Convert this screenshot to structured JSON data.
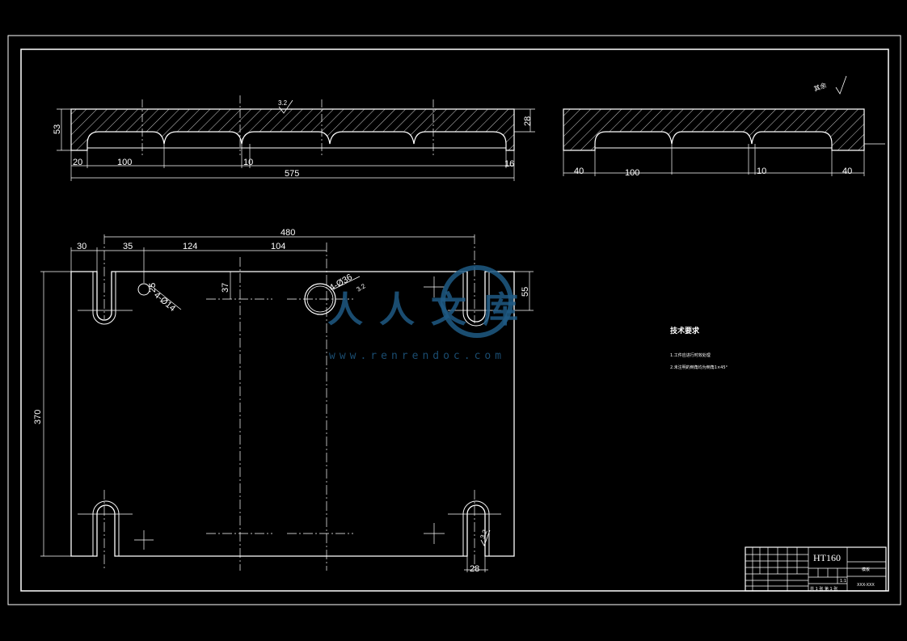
{
  "top_view": {
    "dim_height": "53",
    "dim_flange": "28",
    "dim_left": "20",
    "dim_slot": "100",
    "dim_rib": "10",
    "dim_right": "16",
    "dim_length": "575",
    "roughness": "3.2"
  },
  "side_view": {
    "dim_left": "40",
    "dim_slot": "100",
    "dim_rib": "10",
    "dim_right": "40"
  },
  "plan_view": {
    "dim_overall_slot": "480",
    "dim_30": "30",
    "dim_35": "35",
    "dim_124": "124",
    "dim_104": "104",
    "dim_37": "37",
    "dim_25": "25",
    "hole_small": "4-Ø14",
    "hole_large": "4-Ø36",
    "hole_large_roughness": "3.2",
    "dim_55": "55",
    "dim_height": "370",
    "dim_slot_width": "28",
    "slot_roughness": "3.2"
  },
  "roughness_note": "其余",
  "tech_requirements": {
    "title": "技术要求",
    "items": [
      "1.工件应进行时效处理",
      "2.未注明的倒角均为倒角1×45°"
    ]
  },
  "watermark": {
    "text": "人人文库",
    "url": "www.renrendoc.com"
  },
  "title_block": {
    "material": "HT160",
    "part_name": "模板",
    "scale": "1:1",
    "drawing_no": "XXX-XXX",
    "sheet": "共 1 张  第 1 张"
  },
  "colors": {
    "background": "#000000",
    "lines": "#ffffff",
    "watermark": "#1f5a84"
  }
}
